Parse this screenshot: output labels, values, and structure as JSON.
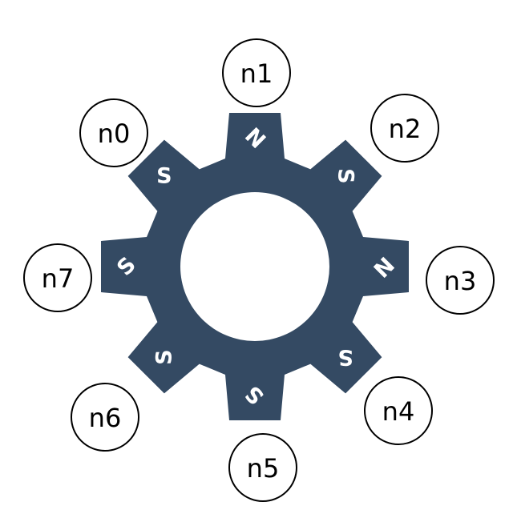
{
  "colors": {
    "gear": "#344a63",
    "hole": "#ffffff",
    "pole_text": "#ffffff",
    "node_stroke": "#000000",
    "node_text": "#000000"
  },
  "poles": [
    {
      "label": "N"
    },
    {
      "label": "S"
    },
    {
      "label": "N"
    },
    {
      "label": "S"
    },
    {
      "label": "S"
    },
    {
      "label": "S"
    },
    {
      "label": "S"
    },
    {
      "label": "S"
    }
  ],
  "nodes": [
    {
      "label": "n0"
    },
    {
      "label": "n1"
    },
    {
      "label": "n2"
    },
    {
      "label": "n3"
    },
    {
      "label": "n4"
    },
    {
      "label": "n5"
    },
    {
      "label": "n6"
    },
    {
      "label": "n7"
    }
  ]
}
